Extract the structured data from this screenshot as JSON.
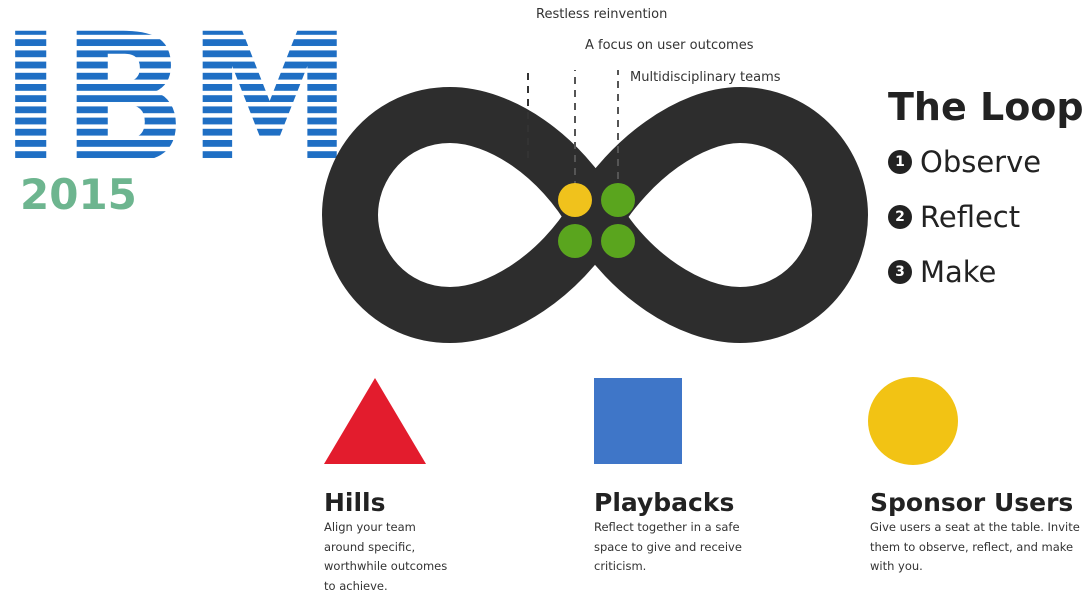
{
  "logo": {
    "text": "IBM",
    "color": "#1f6fc4"
  },
  "year": "2015",
  "annotations": [
    "Restless reinvention",
    "A focus on user outcomes",
    "Multidisciplinary teams"
  ],
  "loop": {
    "title": "The Loop",
    "steps": [
      {
        "num": "1",
        "label": "Observe"
      },
      {
        "num": "2",
        "label": "Reflect"
      },
      {
        "num": "3",
        "label": "Make"
      }
    ],
    "band_color": "#2d2d2d",
    "dot_colors": {
      "yellow": "#f0c21c",
      "green": "#5aa51e"
    }
  },
  "cards": [
    {
      "title": "Hills",
      "shape": "triangle",
      "color": "#e31c2d",
      "desc_lines": [
        "Align your team",
        "around specific,",
        "worthwhile outcomes",
        "to achieve."
      ]
    },
    {
      "title": "Playbacks",
      "shape": "square",
      "color": "#3f76c8",
      "desc_lines": [
        "Reflect together in a safe",
        "space to give and receive",
        "criticism."
      ]
    },
    {
      "title": "Sponsor Users",
      "shape": "circle",
      "color": "#f2c314",
      "desc_lines": [
        "Give users a seat at the table. Invite",
        "them to observe, reflect, and make",
        "with you."
      ]
    }
  ]
}
